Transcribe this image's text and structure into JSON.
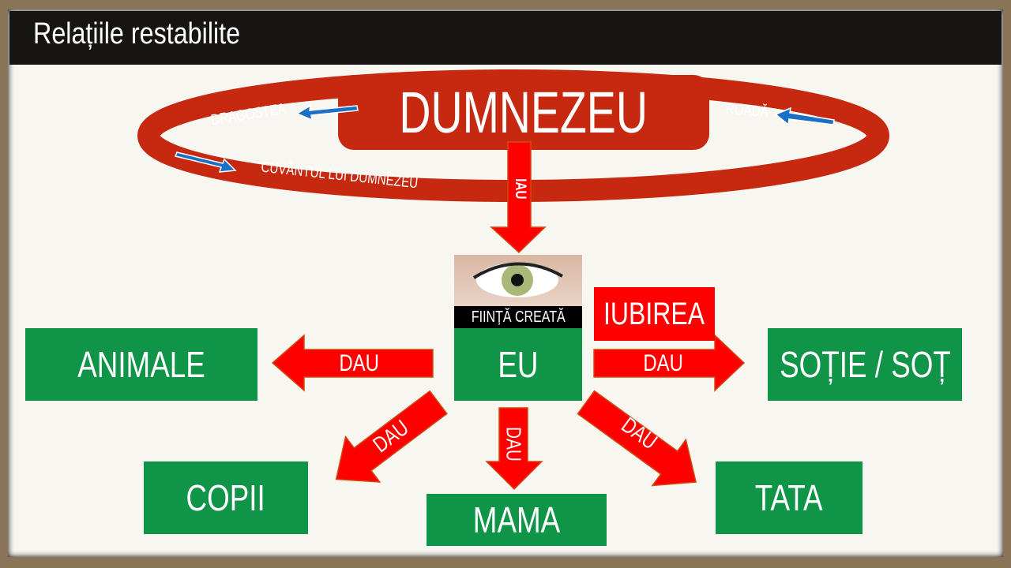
{
  "title": "Relațiile restabilite",
  "god": "DUMNEZEU",
  "cycle": {
    "left_top": "DRAGOSTEA",
    "left_bottom": "CUVÂNTUL LUI DUMNEZEU",
    "right": "ROADĂ"
  },
  "take": "IAU",
  "self": {
    "caption": "FIINȚĂ CREATĂ",
    "label": "EU"
  },
  "love": "IUBIREA",
  "give": "DAU",
  "targets": {
    "animals": "ANIMALE",
    "spouse": "SOȚIE / SOȚ",
    "children": "COPII",
    "mother": "MAMA",
    "father": "TATA"
  },
  "colors": {
    "red": "#c62810",
    "arrow": "#ff0000",
    "green": "#0f9448",
    "blue": "#1b6fc4"
  }
}
